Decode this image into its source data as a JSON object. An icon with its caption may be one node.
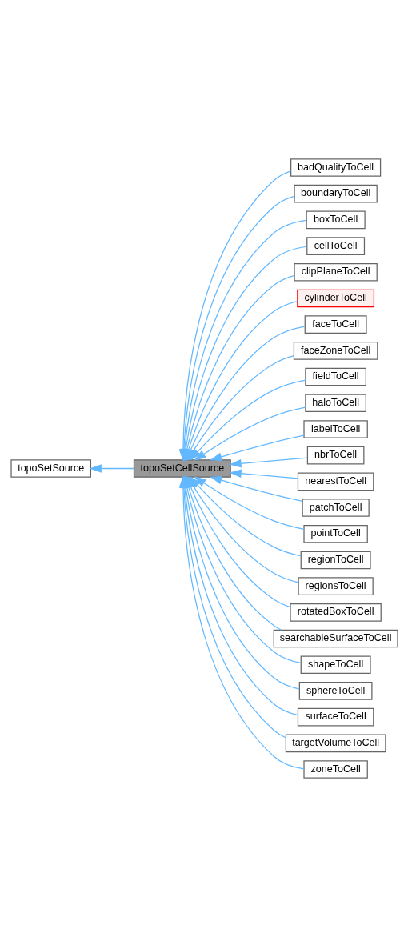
{
  "diagram": {
    "nodes": [
      {
        "text": [
          "topoSetSource"
        ]
      },
      {
        "text": [
          "topoSetCellSource"
        ]
      },
      {
        "text": [
          "badQualityToCell"
        ]
      },
      {
        "text": [
          "boundaryToCell"
        ]
      },
      {
        "text": [
          "boxToCell"
        ]
      },
      {
        "text": [
          "cellToCell"
        ]
      },
      {
        "text": [
          "clipPlaneToCell"
        ]
      },
      {
        "text": [
          "cylinderToCell"
        ]
      },
      {
        "text": [
          "faceToCell"
        ]
      },
      {
        "text": [
          "faceZoneToCell"
        ]
      },
      {
        "text": [
          "fieldToCell"
        ]
      },
      {
        "text": [
          "haloToCell"
        ]
      },
      {
        "text": [
          "labelToCell"
        ]
      },
      {
        "text": [
          "nbrToCell"
        ]
      },
      {
        "text": [
          "nearestToCell"
        ]
      },
      {
        "text": [
          "patchToCell"
        ]
      },
      {
        "text": [
          "pointToCell"
        ]
      },
      {
        "text": [
          "regionToCell"
        ]
      },
      {
        "text": [
          "regionsToCell"
        ]
      },
      {
        "text": [
          "rotatedBoxToCell"
        ]
      },
      {
        "text": [
          "searchableSurfaceToCell"
        ]
      },
      {
        "text": [
          "shapeToCell"
        ]
      },
      {
        "text": [
          "sphereToCell"
        ]
      },
      {
        "text": [
          "surfaceToCell"
        ]
      },
      {
        "text": [
          "targetVolumeToCell"
        ]
      },
      {
        "text": [
          "zoneToCell"
        ]
      }
    ],
    "edges": [
      {
        "from": 1,
        "to": 0,
        "arrow": "to"
      },
      {
        "from": 2,
        "to": 1,
        "arrow": "to"
      },
      {
        "from": 3,
        "to": 1,
        "arrow": "to"
      },
      {
        "from": 4,
        "to": 1,
        "arrow": "to"
      },
      {
        "from": 5,
        "to": 1,
        "arrow": "to"
      },
      {
        "from": 6,
        "to": 1,
        "arrow": "to"
      },
      {
        "from": 7,
        "to": 1,
        "arrow": "to"
      },
      {
        "from": 8,
        "to": 1,
        "arrow": "to"
      },
      {
        "from": 9,
        "to": 1,
        "arrow": "to"
      },
      {
        "from": 10,
        "to": 1,
        "arrow": "to"
      },
      {
        "from": 11,
        "to": 1,
        "arrow": "to"
      },
      {
        "from": 12,
        "to": 1,
        "arrow": "to"
      },
      {
        "from": 13,
        "to": 1,
        "arrow": "to"
      },
      {
        "from": 14,
        "to": 1,
        "arrow": "to"
      },
      {
        "from": 15,
        "to": 1,
        "arrow": "to"
      },
      {
        "from": 16,
        "to": 1,
        "arrow": "to"
      },
      {
        "from": 17,
        "to": 1,
        "arrow": "to"
      },
      {
        "from": 18,
        "to": 1,
        "arrow": "to"
      },
      {
        "from": 19,
        "to": 1,
        "arrow": "to"
      },
      {
        "from": 20,
        "to": 1,
        "arrow": "to"
      },
      {
        "from": 21,
        "to": 1,
        "arrow": "to"
      },
      {
        "from": 22,
        "to": 1,
        "arrow": "to"
      },
      {
        "from": 23,
        "to": 1,
        "arrow": "to"
      },
      {
        "from": 24,
        "to": 1,
        "arrow": "to"
      },
      {
        "from": 25,
        "to": 1,
        "arrow": "to"
      }
    ]
  }
}
